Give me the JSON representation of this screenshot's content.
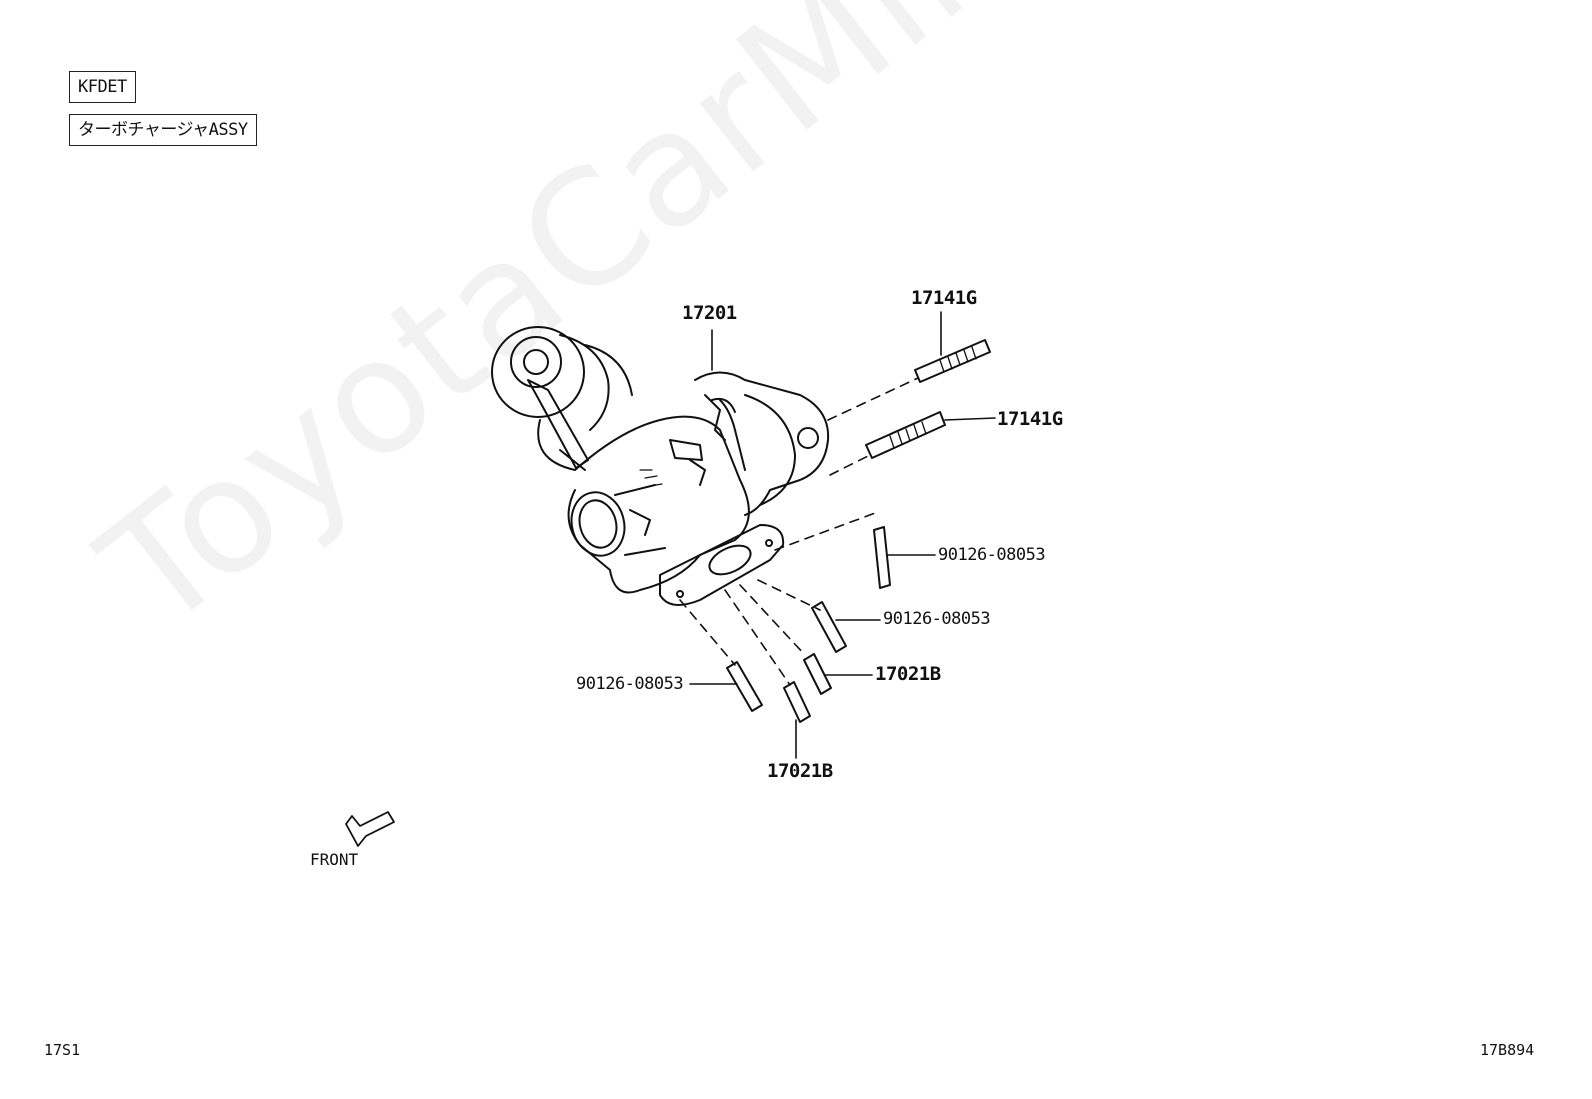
{
  "header": {
    "engine_code": "KFDET",
    "assembly_name": "ターボチャージャASSY"
  },
  "watermark": "ToyotaCarMine.ru",
  "callouts": {
    "turbo": "17201",
    "stud_upper": "17141G",
    "stud_lower": "17141G",
    "stud_right_top": "90126-08053",
    "stud_right_mid": "90126-08053",
    "stud_left": "90126-08053",
    "nut_right": "17021B",
    "nut_bottom": "17021B"
  },
  "front_label": "FRONT",
  "footer": {
    "left_code": "17S1",
    "right_code": "17B894"
  }
}
